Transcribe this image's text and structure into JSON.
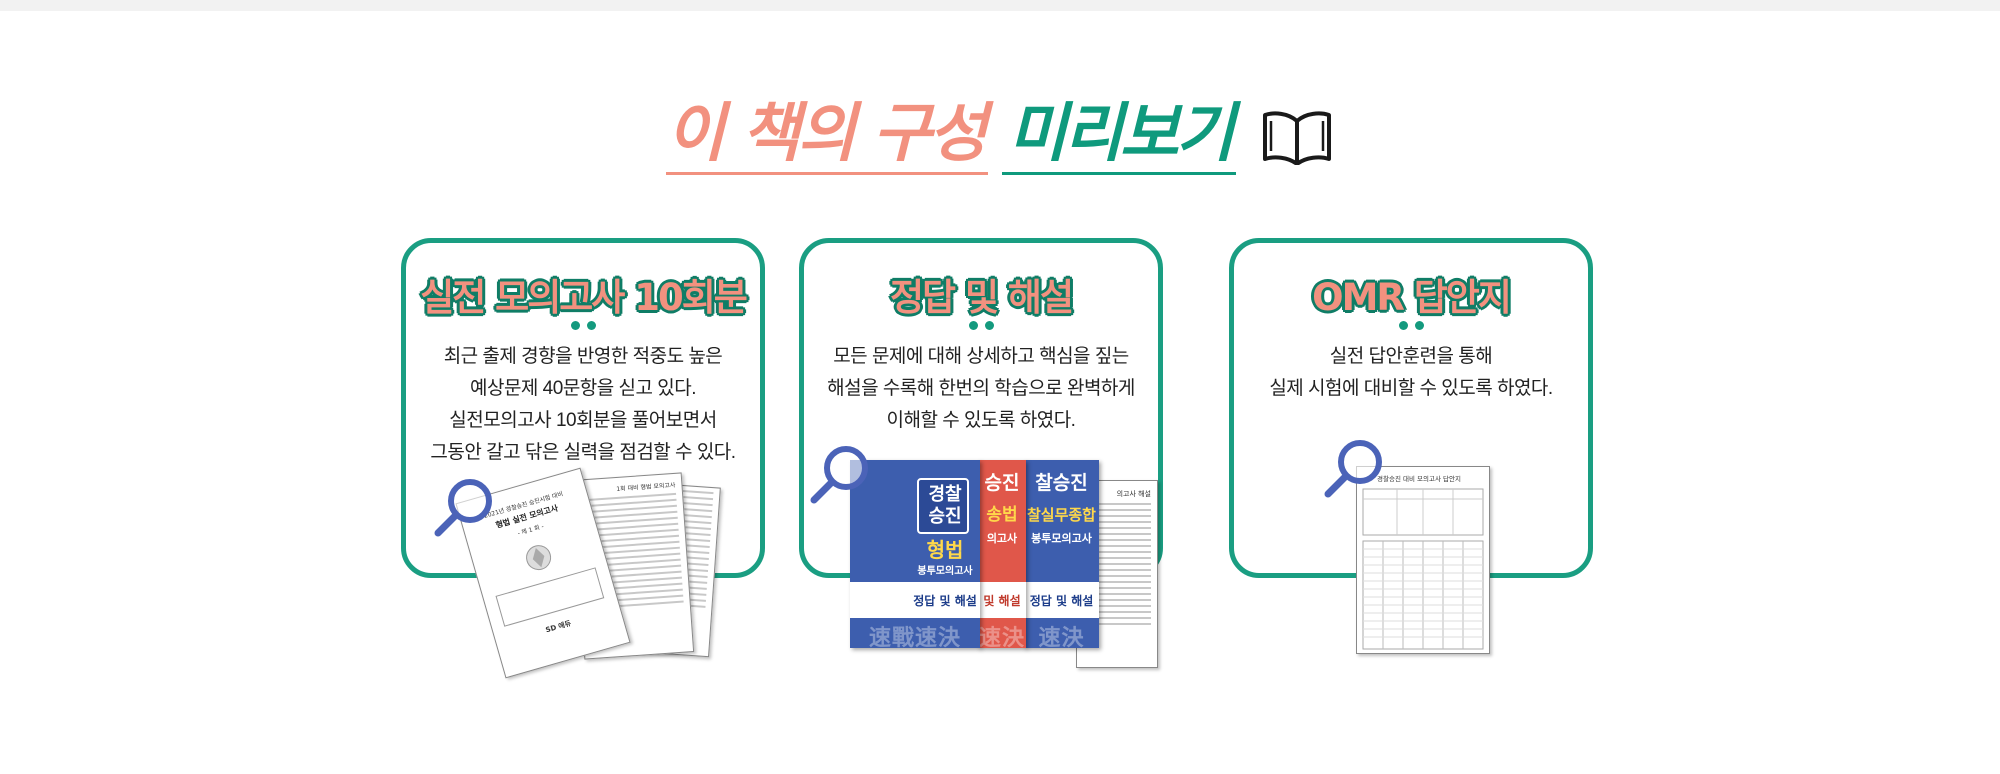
{
  "headline": {
    "part1": "이 책의 구성",
    "part2": "미리보기",
    "icon": "open-book-icon"
  },
  "cards": [
    {
      "title": "실전 모의고사 10회분",
      "lines": [
        "최근 출제 경향을 반영한 적중도 높은",
        "예상문제 40문항을 싣고 있다.",
        "실전모의고사 10회분을 풀어보면서",
        "그동안 갈고 닦은 실력을 점검할 수 있다."
      ],
      "exam_cover": {
        "heading": "2021년 경찰승진 승진시험 대비",
        "title": "형법 실전 모의고사",
        "round": "- 제 1 회 -",
        "footer": "SD 에듀",
        "second_page_title": "1회 대비 형법 모의고사"
      }
    },
    {
      "title": "정답 및 해설",
      "lines": [
        "모든 문제에 대해 상세하고 핵심을 짚는",
        "해설을 수록해 한번의 학습으로 완벽하게",
        "이해할 수 있도록 하였다."
      ],
      "books": [
        {
          "top": "경찰",
          "top2": "승진",
          "title": "형법",
          "sub": "봉투모의고사",
          "band": "정답 및 해설",
          "water": "速戰速決",
          "color": "#3d5eae"
        },
        {
          "top": "승진",
          "title": "송법",
          "sub": "의고사",
          "band": "및 해설",
          "water": "速決",
          "color": "#e0574a"
        },
        {
          "top": "찰승진",
          "title": "찰실무종합",
          "sub": "봉투모의고사",
          "band": "정답 및 해설",
          "water": "速決",
          "color": "#3d5eae"
        }
      ],
      "answer_page_title": "의고사 해설"
    },
    {
      "title": "OMR 답안지",
      "lines": [
        "실전 답안훈련을 통해",
        "실제 시험에 대비할 수 있도록 하였다."
      ],
      "omr_title": "경찰승진 대비 모의고사 답안지"
    }
  ],
  "colors": {
    "coral": "#f2917f",
    "teal": "#0f9a7d",
    "navy": "#3d5eae",
    "red": "#e0574a",
    "magnifier": "#4b63b8"
  },
  "icons": [
    "open-book-icon",
    "magnifier-icon"
  ]
}
